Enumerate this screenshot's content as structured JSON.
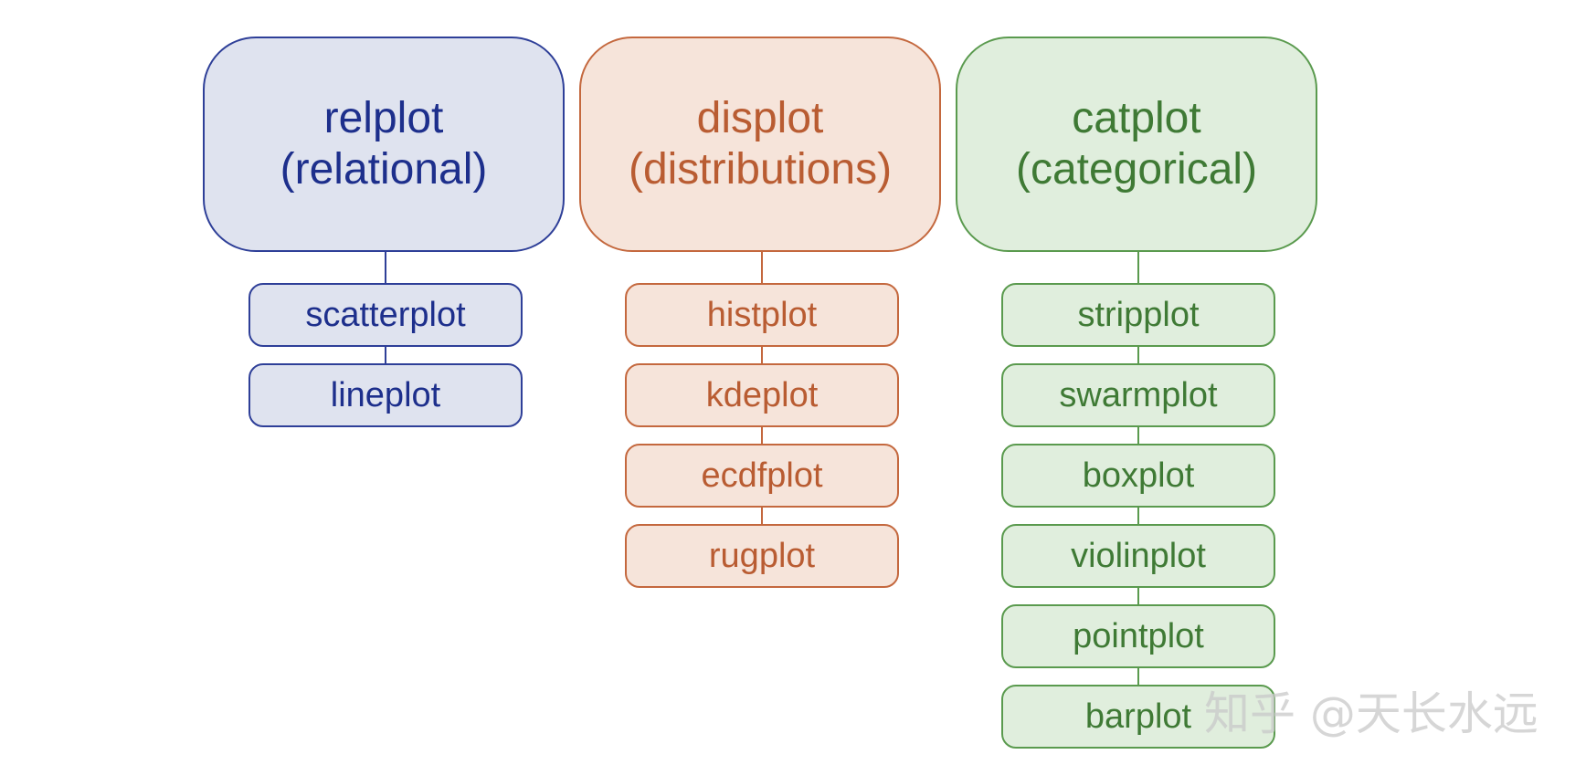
{
  "groups": [
    {
      "title": "relplot",
      "subtitle": "(relational)",
      "items": [
        "scatterplot",
        "lineplot"
      ],
      "colors": {
        "border": "#2e3f98",
        "fill": "#dfe3ef",
        "text": "#1d2f8c"
      }
    },
    {
      "title": "displot",
      "subtitle": "(distributions)",
      "items": [
        "histplot",
        "kdeplot",
        "ecdfplot",
        "rugplot"
      ],
      "colors": {
        "border": "#c4683e",
        "fill": "#f6e4da",
        "text": "#b95c32"
      }
    },
    {
      "title": "catplot",
      "subtitle": "(categorical)",
      "items": [
        "stripplot",
        "swarmplot",
        "boxplot",
        "violinplot",
        "pointplot",
        "barplot"
      ],
      "colors": {
        "border": "#5a9a4e",
        "fill": "#e0eedd",
        "text": "#3f7a35"
      }
    }
  ],
  "watermark": "知乎 @天长水远"
}
